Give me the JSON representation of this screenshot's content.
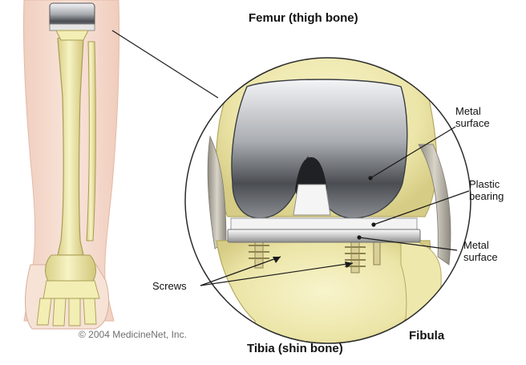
{
  "labels": {
    "femur": "Femur (thigh bone)",
    "tibia": "Tibia (shin bone)",
    "fibula": "Fibula",
    "screws": "Screws",
    "metal_surface_top": [
      "Metal",
      "surface"
    ],
    "plastic_bearing": [
      "Plastic",
      "bearing"
    ],
    "metal_surface_bottom": [
      "Metal",
      "surface"
    ],
    "copyright": "© 2004 MedicineNet, Inc."
  },
  "colors": {
    "bone": "#f2eeb4",
    "bone_shadow": "#d9d08a",
    "skin": "#f6ded2",
    "metal_dark": "#3a3d42",
    "metal_light": "#f4f5f7",
    "plastic": "#d8d8d8",
    "ligament": "#b9b4a6"
  }
}
